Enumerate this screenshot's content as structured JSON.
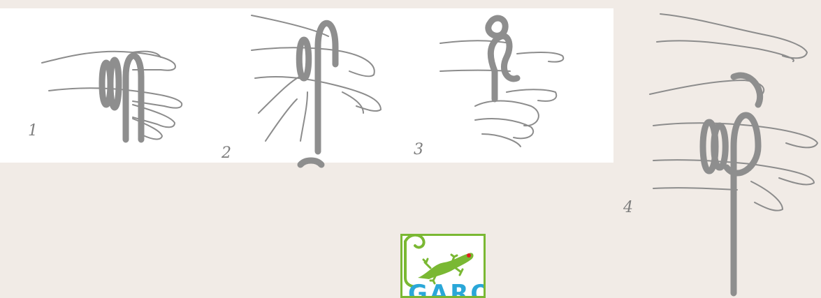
{
  "steps": [
    {
      "number": "1"
    },
    {
      "number": "2"
    },
    {
      "number": "3"
    },
    {
      "number": "4"
    }
  ],
  "logo": {
    "text": "GARO",
    "icon": "gecko-icon",
    "colors": {
      "frame": "#7ab833",
      "gecko": "#7ab833",
      "text": "#2aa7d8",
      "eye": "#e02020"
    }
  },
  "colors": {
    "background": "#f1ebe6",
    "panel": "#ffffff",
    "line": "#8c8c8c"
  }
}
